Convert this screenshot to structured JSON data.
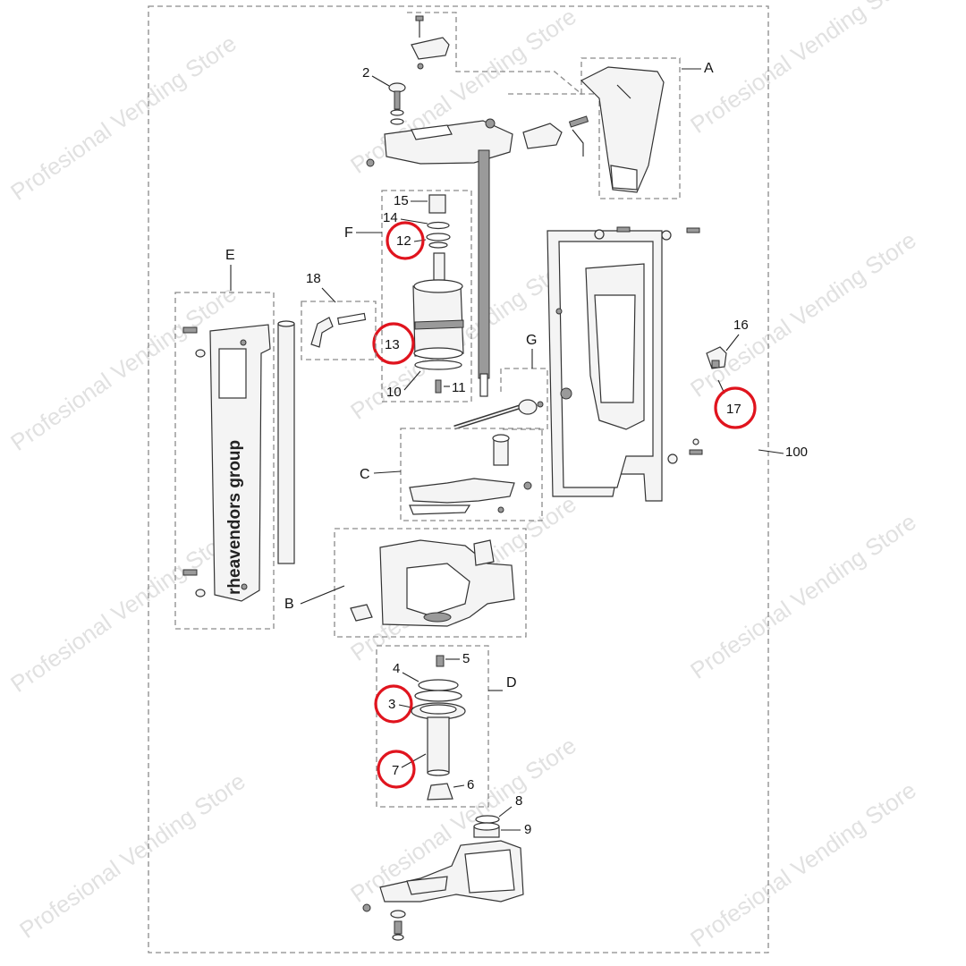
{
  "labels": {
    "A": "A",
    "B": "B",
    "C": "C",
    "D": "D",
    "E": "E",
    "F": "F",
    "G": "G",
    "n2": "2",
    "n3": "3",
    "n4": "4",
    "n5": "5",
    "n6": "6",
    "n7": "7",
    "n8": "8",
    "n9": "9",
    "n10": "10",
    "n11": "11",
    "n12": "12",
    "n13": "13",
    "n14": "14",
    "n15": "15",
    "n16": "16",
    "n17": "17",
    "n18": "18",
    "n100": "100"
  },
  "brand_text": "rheavendors group",
  "watermark": "Profesional Vending Store",
  "highlight_color": "#e0141e"
}
